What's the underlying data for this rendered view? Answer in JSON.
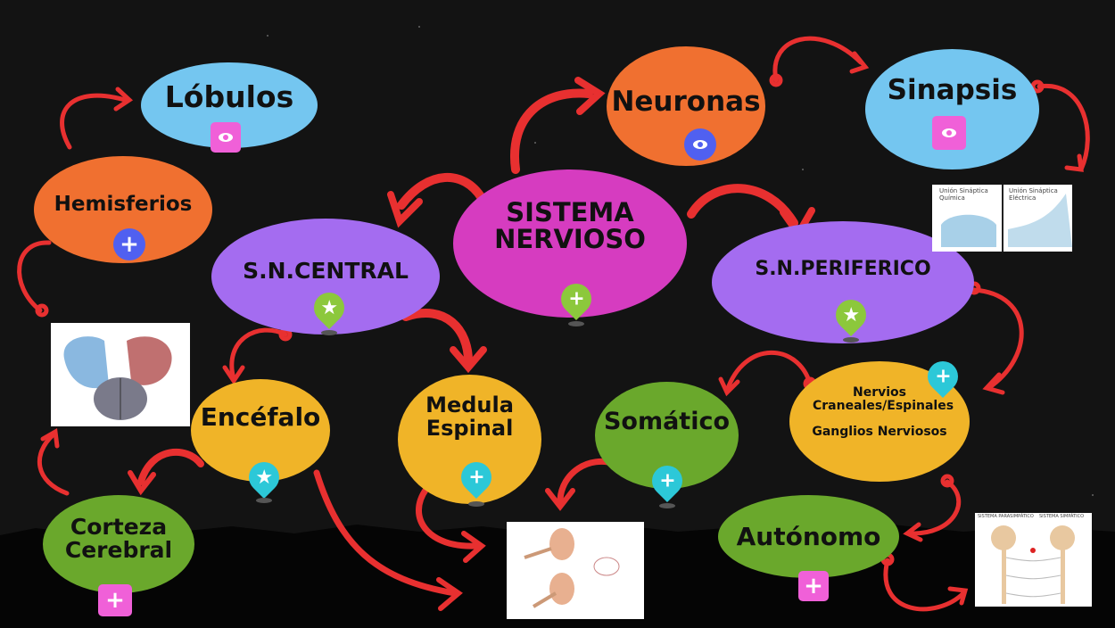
{
  "nodes": {
    "lobulos": "Lóbulos",
    "hemisferios": "Hemisferios",
    "sistema": "SISTEMA NERVIOSO",
    "neuronas": "Neuronas",
    "sinapsis": "Sinapsis",
    "central": "S.N.CENTRAL",
    "periferico": "S.N.PERIFERICO",
    "encefalo": "Encéfalo",
    "medula": "Medula Espinal",
    "somatico": "Somático",
    "nervios": "Nervios Craneales/Espinales",
    "ganglios": "Ganglios Nerviosos",
    "corteza": "Corteza Cerebral",
    "autonomo": "Autónomo"
  },
  "icons": {
    "plus": "+",
    "star": "★"
  },
  "images": {
    "synapse_left": "Unión Sináptica Química",
    "synapse_right": "Unión Sináptica Eléctrica",
    "autonomic_left": "SISTEMA PARASIMPÁTICO",
    "autonomic_right": "SISTEMA SIMPÁTICO"
  },
  "colors": {
    "orange": "#f07030",
    "blue": "#74c6f0",
    "magenta": "#d63cc0",
    "purple": "#a46cf0",
    "yellow": "#f0b428",
    "green": "#6aa82c",
    "arrow": "#e83030",
    "pin_green": "#8cc83c",
    "pin_teal": "#2cc8d8"
  }
}
